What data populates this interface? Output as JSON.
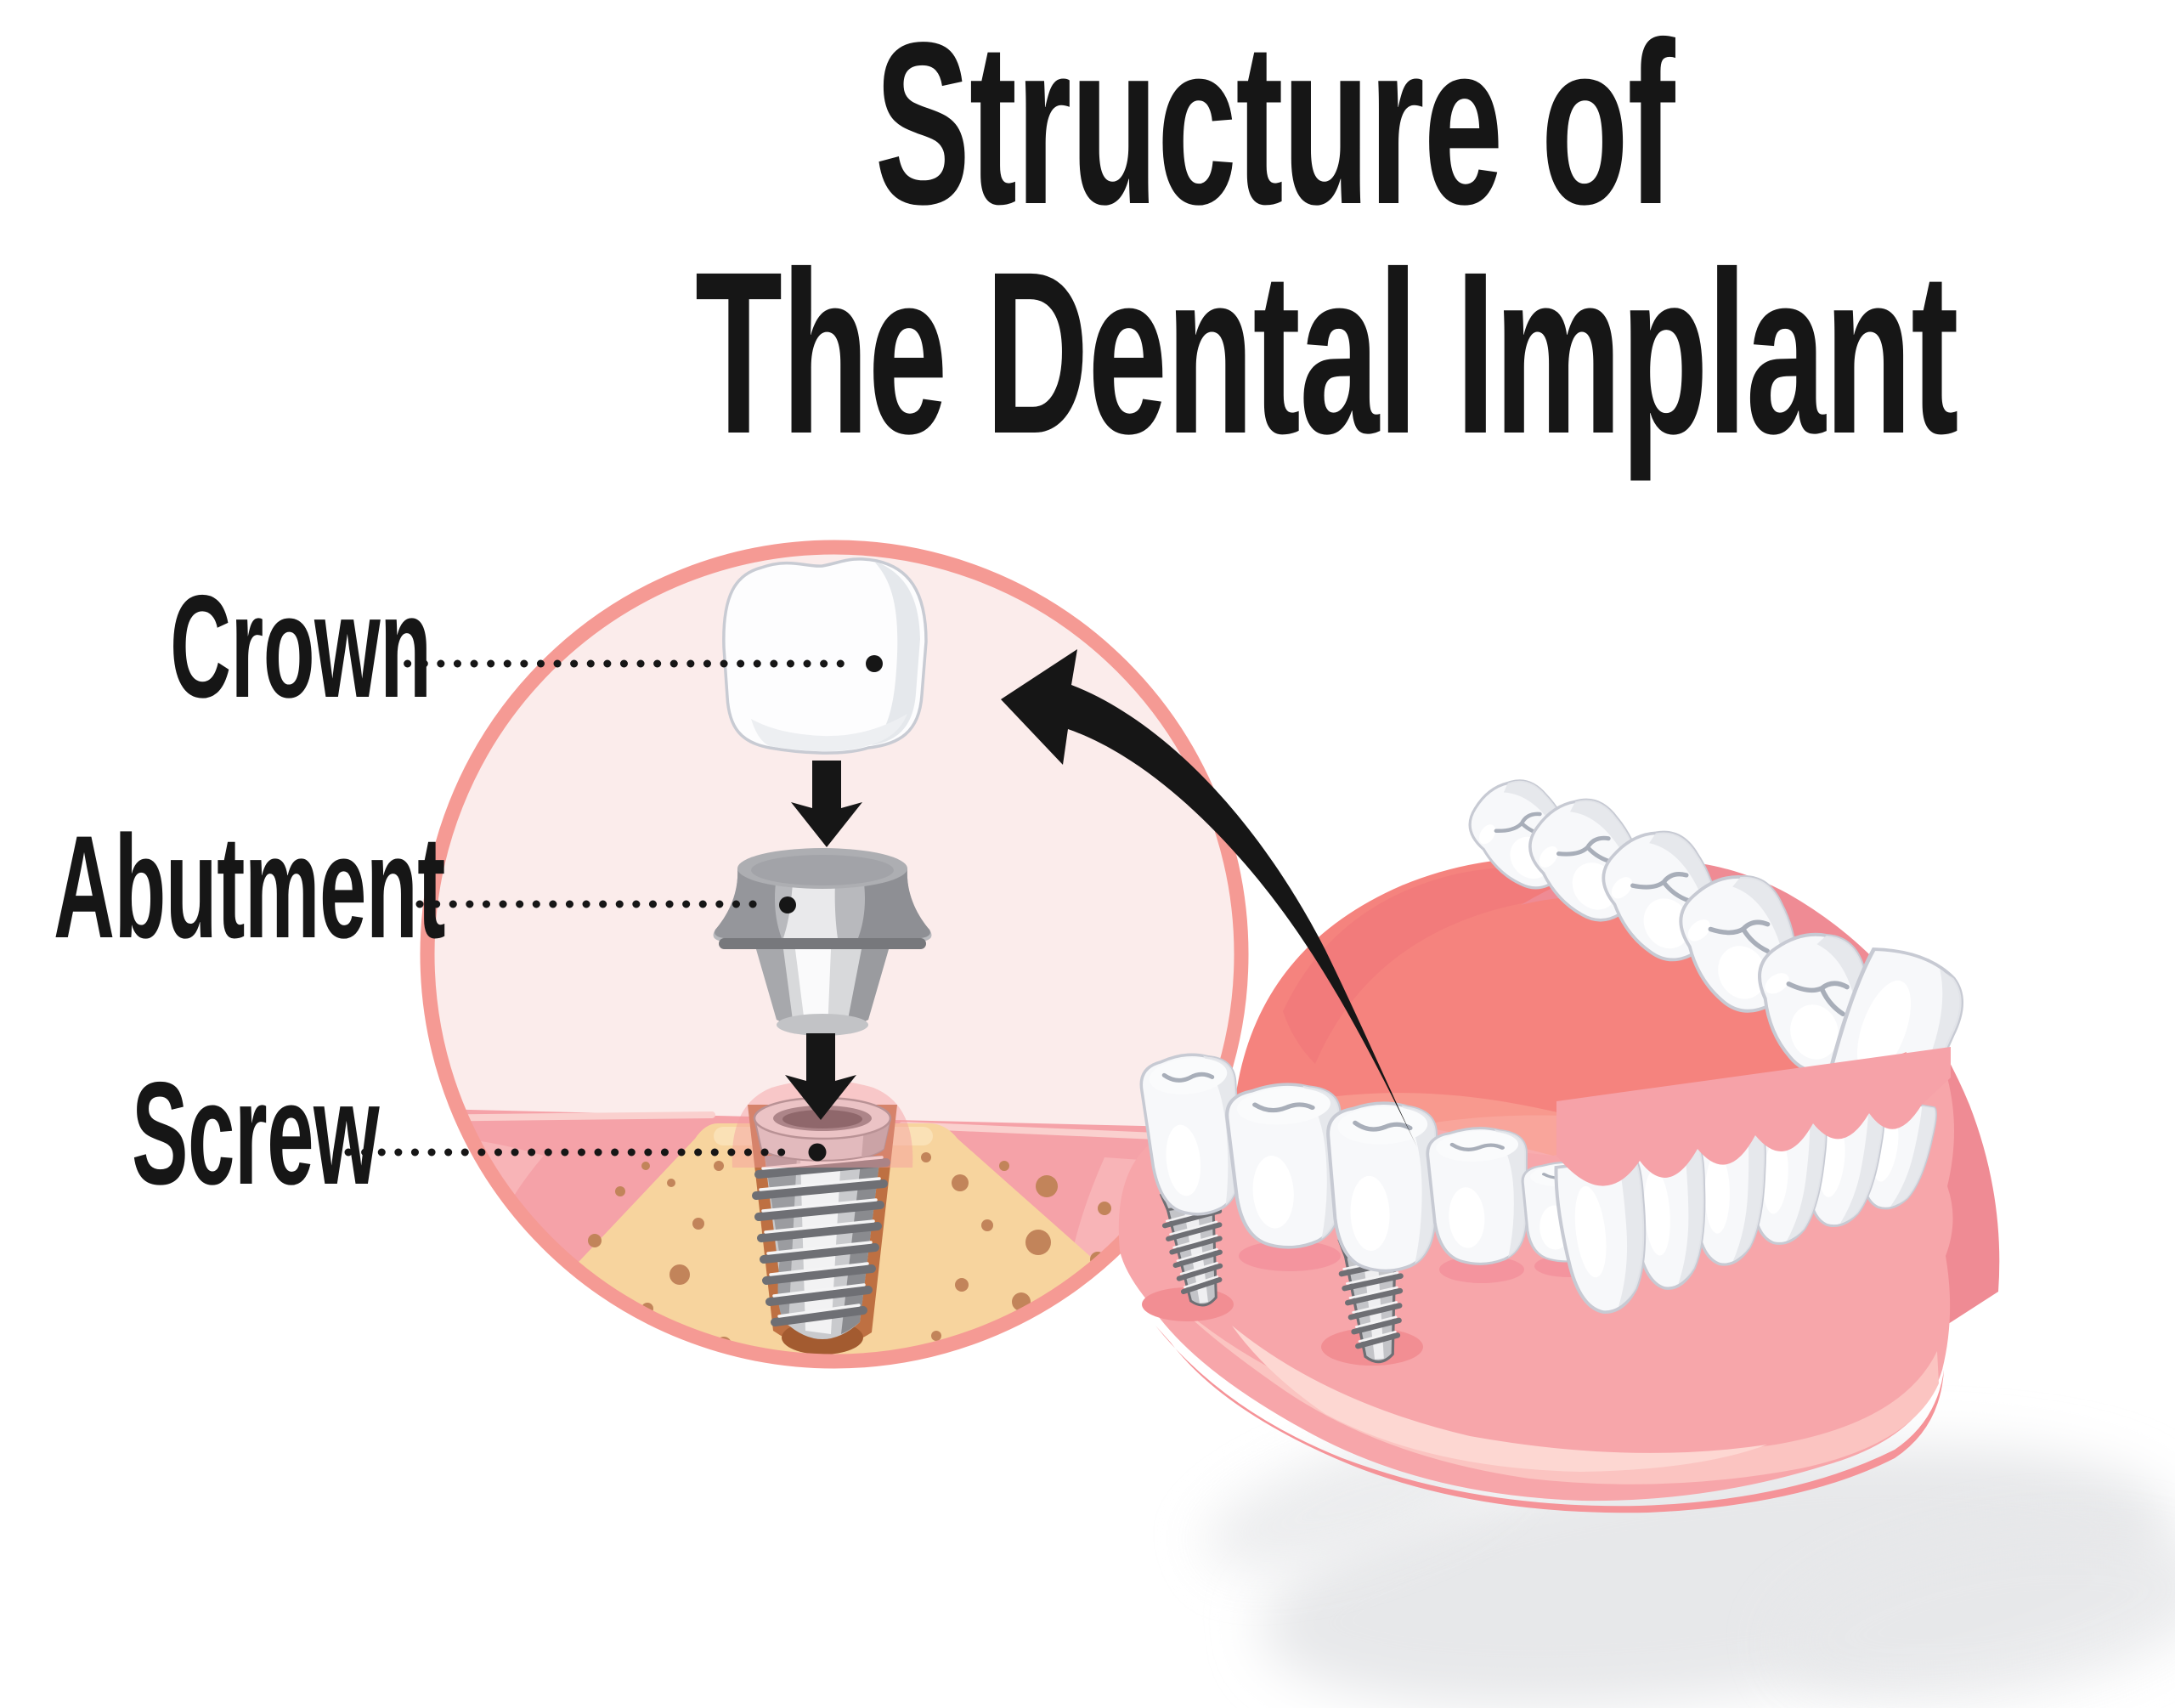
{
  "title": {
    "line1": "Structure of",
    "line2": "The Dental Implant"
  },
  "labels": {
    "crown": "Crown",
    "abutment": "Abutment",
    "screw": "Screw"
  },
  "colors": {
    "ink": "#161616",
    "background": "#ffffff",
    "circle_fill": "#FBECEB",
    "circle_border": "#F59A94",
    "gum_main": "#F7A6AA",
    "gum_deep": "#F5837E",
    "gum_dark": "#EF8B94",
    "gum_light": "#FBC4C1",
    "gum_lighter": "#FDD7D2",
    "bone": "#F7D49E",
    "bone_speckle": "#C2845A",
    "socket": "#BE7042",
    "metal_light": "#F2F2F3",
    "metal_mid": "#C7C8CC",
    "metal_dark": "#8E8F94",
    "metal_edge": "#6E6F74",
    "tooth": "#F7F8FA",
    "tooth_shade": "#E3E5EA",
    "tooth_outline": "#C7CAD3",
    "shadow": "#E7E8EA"
  },
  "icons": {
    "magnifier_circle": "zoom-inset-circle",
    "assembly_arrows": "down-arrow",
    "pointer": "curved-arrow",
    "leader_lines": "dotted-leader"
  }
}
